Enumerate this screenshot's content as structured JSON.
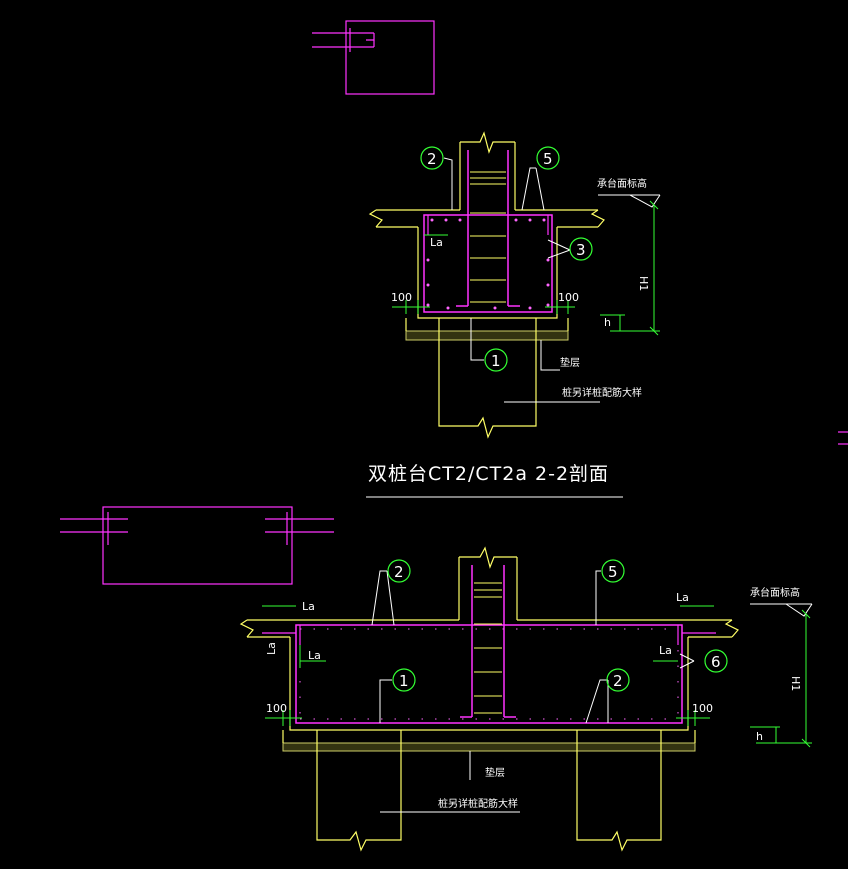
{
  "drawing": {
    "title": "双桩台CT2/CT2a 2-2剖面"
  },
  "labels": {
    "top_section": {
      "cap_top_elev": "承台面标高",
      "pile_detail": "桩另详桩配筋大样",
      "cushion": "垫层",
      "la": "La",
      "h1": "H1",
      "h": "h",
      "dim_left": "100",
      "dim_right": "100"
    },
    "bottom_section": {
      "cap_top_elev": "承台面标高",
      "pile_detail": "桩另详桩配筋大样",
      "cushion": "垫层",
      "la_left_top": "La",
      "la_left_mid": "La",
      "la_left_vert": "La",
      "la_right_top": "La",
      "la_right_mid": "La",
      "h1": "H1",
      "h": "h",
      "dim_left": "100",
      "dim_right": "100"
    }
  },
  "callouts": {
    "top": [
      "2",
      "5",
      "3",
      "1"
    ],
    "bottom": [
      "2",
      "5",
      "6",
      "1",
      "2"
    ]
  },
  "colors": {
    "background": "#000000",
    "outline": "#ffff66",
    "rebar": "#ff33ff",
    "dimension": "#33ff33",
    "text": "#ffffff",
    "cushion": "#cccc66"
  }
}
